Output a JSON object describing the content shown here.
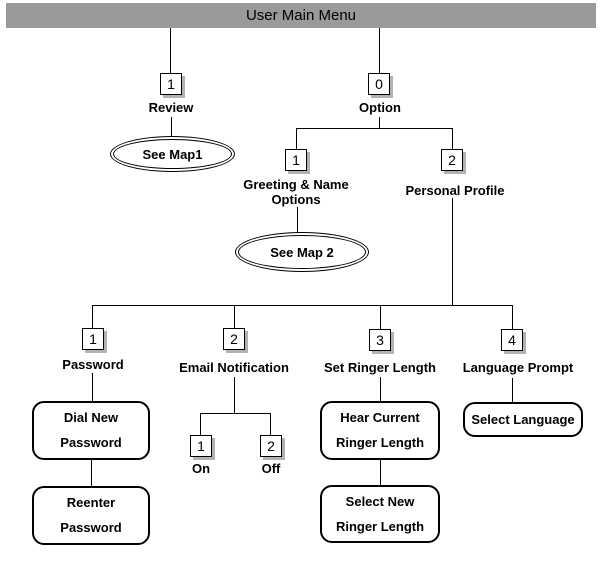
{
  "title_bar": {
    "text": "User Main Menu",
    "bg_color": "#9a9a9a"
  },
  "tree": {
    "review": {
      "key": "1",
      "label": "Review",
      "map_ref": "See Map1"
    },
    "option": {
      "key": "0",
      "label": "Option"
    },
    "greeting_name_options": {
      "key": "1",
      "label_line1": "Greeting & Name",
      "label_line2": "Options",
      "map_ref": "See Map 2"
    },
    "personal_profile": {
      "key": "2",
      "label": "Personal Profile"
    },
    "password": {
      "key": "1",
      "label": "Password",
      "step1_line1": "Dial New",
      "step1_line2": "Password",
      "step2_line1": "Reenter",
      "step2_line2": "Password"
    },
    "email_notification": {
      "key": "2",
      "label": "Email Notification",
      "on_key": "1",
      "on_label": "On",
      "off_key": "2",
      "off_label": "Off"
    },
    "set_ringer_length": {
      "key": "3",
      "label": "Set Ringer Length",
      "step1_line1": "Hear Current",
      "step1_line2": "Ringer Length",
      "step2_line1": "Select New",
      "step2_line2": "Ringer Length"
    },
    "language_prompt": {
      "key": "4",
      "label": "Language Prompt",
      "step1": "Select Language"
    }
  }
}
